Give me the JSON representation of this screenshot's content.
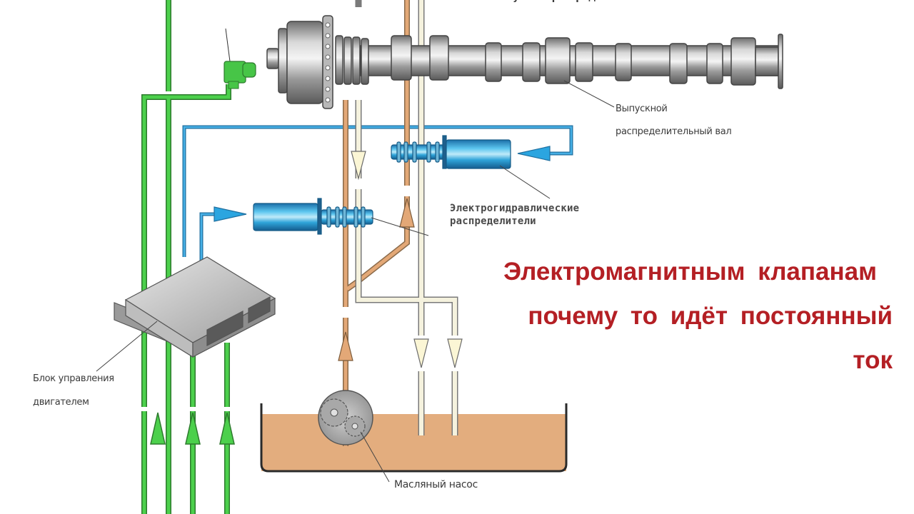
{
  "diagram": {
    "labels": {
      "intake_camshaft": "Впускной распределительный вал",
      "exhaust_camshaft_line1": "Выпускной",
      "exhaust_camshaft_line2": "распределительный вал",
      "valves_line1": "Электрогидравлические",
      "valves_line2": "распределители",
      "ecu_line1": "Блок управления",
      "ecu_line2": "двигателем",
      "oil_pump": "Масляный насос"
    },
    "components": [
      {
        "name": "exhaust-camshaft",
        "icon": "camshaft-icon"
      },
      {
        "name": "camshaft-position-sensor",
        "icon": "sensor-icon"
      },
      {
        "name": "solenoid-valve-upper",
        "icon": "solenoid-icon"
      },
      {
        "name": "solenoid-valve-lower",
        "icon": "solenoid-icon"
      },
      {
        "name": "engine-control-unit",
        "icon": "ecu-icon"
      },
      {
        "name": "oil-pump",
        "icon": "gear-pump-icon"
      },
      {
        "name": "oil-sump",
        "icon": "oil-tank-icon"
      }
    ],
    "colors": {
      "signal_wire": "#3fbf3f",
      "control_wire": "#2b8fd0",
      "oil_pressure": "#e0a878",
      "oil_return": "#f4f0d8",
      "oil": "#e3ad7e",
      "solenoid": "#29a3da",
      "metal": "#a9a9a9"
    }
  },
  "overlay_caption": {
    "line1": "Электромагнитным  клапанам",
    "line2": "почему  то  идёт  постоянный",
    "line3": "ток",
    "color": "#b41f24"
  }
}
